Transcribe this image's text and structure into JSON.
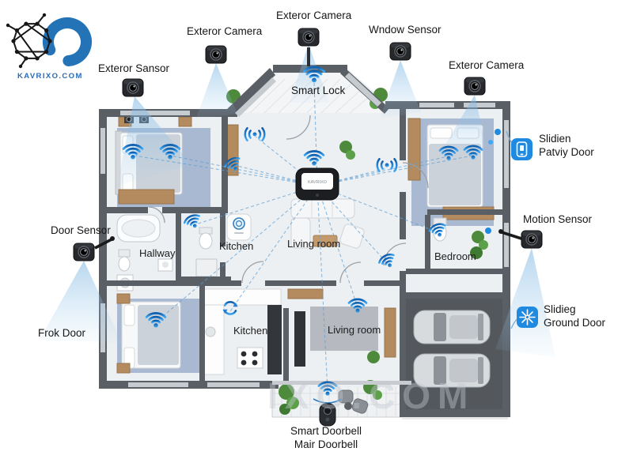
{
  "logo": {
    "text": "KAVRIXO.COM"
  },
  "watermark": "IXO.COM",
  "hub": {
    "brand": "KAVRIXO"
  },
  "colors": {
    "accent_blue": "#1e88e5",
    "wall_gray": "#5a5f66",
    "beam_blue": "#8cbede",
    "logo_blue": "#2373b6"
  },
  "labels": {
    "exterior_sensor": "Exteror Sansor",
    "exterior_camera_1": "Exteror Camera",
    "exterior_camera_2": "Exteror Camera",
    "window_sensor": "Wndow Sensor",
    "exterior_camera_3": "Exteror Camera",
    "smart_lock": "Smart Lock",
    "sliding_pantry_line1": "Slidien",
    "sliding_pantry_line2": "Patviy Door",
    "motion_sensor": "Motion Sensor",
    "sliding_ground_line1": "Slidieg",
    "sliding_ground_line2": "Ground Door",
    "door_sensor": "Door Sensor",
    "front_door": "Frok Door",
    "doorbell_line1": "Smart Doorbell",
    "doorbell_line2": "Mair Doorbell"
  },
  "rooms": {
    "hallway": "Hallway",
    "kitchen_top": "Kitchen",
    "living_top": "Living room",
    "bedroom_right": "Bedroom",
    "kitchen_bottom": "Kitchen",
    "living_bottom": "Living room"
  }
}
